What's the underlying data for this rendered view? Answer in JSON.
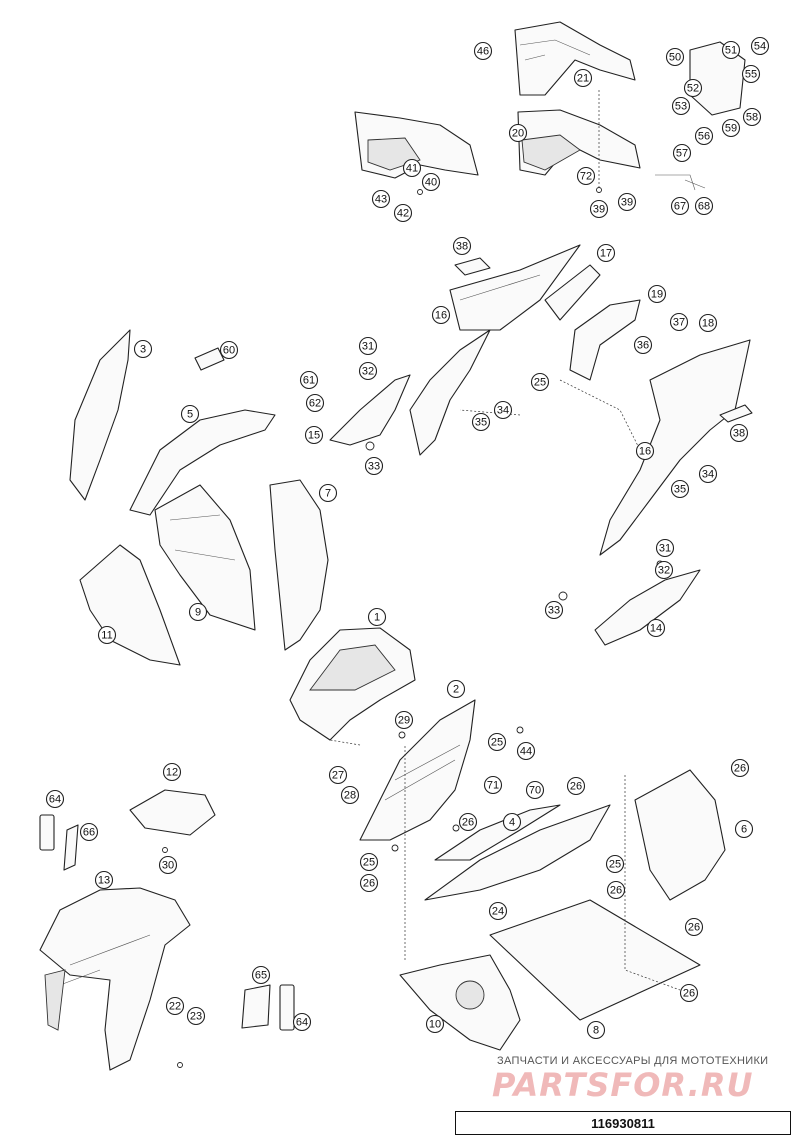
{
  "diagram": {
    "callouts": [
      "1",
      "2",
      "3",
      "4",
      "5",
      "6",
      "7",
      "8",
      "9",
      "10",
      "11",
      "12",
      "13",
      "14",
      "15",
      "16",
      "16",
      "17",
      "18",
      "19",
      "20",
      "21",
      "22",
      "23",
      "24",
      "25",
      "25",
      "25",
      "25",
      "26",
      "26",
      "26",
      "26",
      "26",
      "26",
      "26",
      "27",
      "28",
      "29",
      "30",
      "31",
      "31",
      "32",
      "32",
      "33",
      "33",
      "34",
      "34",
      "35",
      "35",
      "36",
      "37",
      "38",
      "38",
      "39",
      "39",
      "40",
      "41",
      "42",
      "43",
      "44",
      "46",
      "50",
      "51",
      "52",
      "53",
      "54",
      "55",
      "56",
      "57",
      "58",
      "59",
      "60",
      "61",
      "62",
      "64",
      "64",
      "65",
      "66",
      "67",
      "68",
      "70",
      "71",
      "72"
    ]
  },
  "watermark": {
    "tagline": "ЗАПЧАСТИ И АКСЕССУАРЫ ДЛЯ МОТОТЕХНИКИ",
    "logo_text": "PARTSFOR.RU",
    "logo_color": "#f0b9b9"
  },
  "reference_number": "116930811"
}
